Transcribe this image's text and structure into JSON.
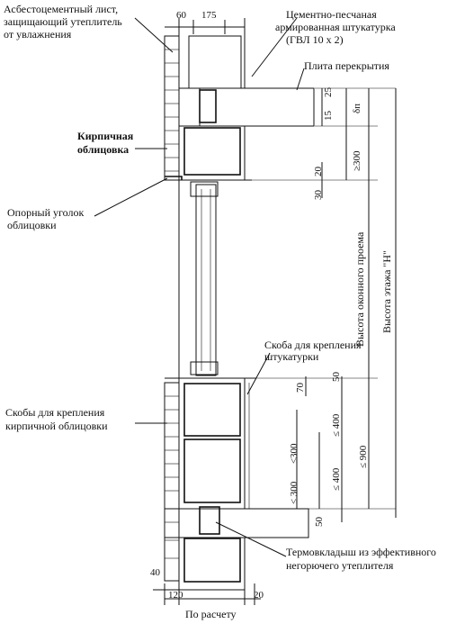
{
  "labels": {
    "asbestos": [
      "Асбестоцементный лист,",
      "защищающий утеплитель",
      "от увлажнения"
    ],
    "plaster": [
      "Цементно-песчаная",
      "армированная штукатурка",
      "(ГВЛ 10 х 2)"
    ],
    "slab": "Плита перекрытия",
    "brick_cladding": [
      "Кирпичная",
      "облицовка"
    ],
    "support_angle": [
      "Опорный уголок",
      "облицовки"
    ],
    "bracket_plaster": [
      "Скоба для крепления",
      "штукатурки"
    ],
    "brackets_brick": [
      "Скобы для крепления",
      "кирпичной облицовки"
    ],
    "thermal_insert": [
      "Термовкладыш из эффективного",
      "негорючего утеплителя"
    ],
    "by_calc": "По расчету",
    "window_height": "Высота оконного проема",
    "floor_height": "Высота этажа \"Н\""
  },
  "dims": {
    "top_60": "60",
    "top_175": "175",
    "d25": "25",
    "d15": "15",
    "dbp": "δп",
    "d300": "≥300",
    "d20": "20",
    "d30": "30",
    "d70": "70",
    "d50a": "50",
    "d400a": "≤ 400",
    "d900": "≤ 900",
    "d300b": "≤300",
    "d400b": "≤ 400",
    "d300c": "≤ 300",
    "d50b": "50",
    "d40": "40",
    "d120": "120",
    "d20b": "20"
  }
}
